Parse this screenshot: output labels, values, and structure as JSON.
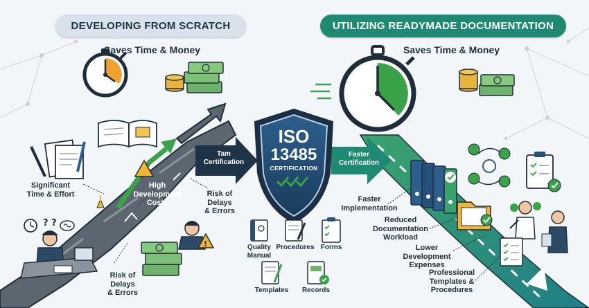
{
  "header": {
    "left_title": "DEVELOPING FROM SCRATCH",
    "right_title": "UTILIZING READYMADE DOCUMENTATION",
    "left_subtitle": "Saves Time & Money",
    "right_subtitle": "Saves Time & Money"
  },
  "left_labels": {
    "significant_time": "Significant\nTime & Effort",
    "high_costs": "High\nDevelopment\nCosts",
    "risk_upper": "Risk of\nDelays\n& Errors",
    "risk_lower": "Risk of\nDelays\n& Errors",
    "left_arrow": "Tam\nCertification"
  },
  "shield": {
    "line1": "ISO",
    "line2": "13485",
    "line3": "CERTIFICATION"
  },
  "right_arrow": "Faster\nCertification",
  "doc_icons": [
    {
      "label": "Quality\nManual",
      "icon": "manual-icon"
    },
    {
      "label": "Procedures",
      "icon": "procedures-icon"
    },
    {
      "label": "Forms",
      "icon": "forms-icon"
    },
    {
      "label": "Templates",
      "icon": "templates-icon"
    },
    {
      "label": "Records",
      "icon": "records-icon"
    }
  ],
  "right_labels": {
    "faster_implementation": "Faster\nImplementation",
    "reduced_workload": "Reduced\nDocumentation\nWorkload",
    "lower_expenses": "Lower\nDevelopment\nExpenses",
    "professional_templates": "Professional\nTemplates &\nProcedures"
  },
  "colors": {
    "navy": "#1f3346",
    "teal": "#1f8a72",
    "green": "#3aa34a",
    "shield_blue": "#24507a",
    "money_green": "#6fb36b",
    "road_gray": "#5c6670"
  }
}
